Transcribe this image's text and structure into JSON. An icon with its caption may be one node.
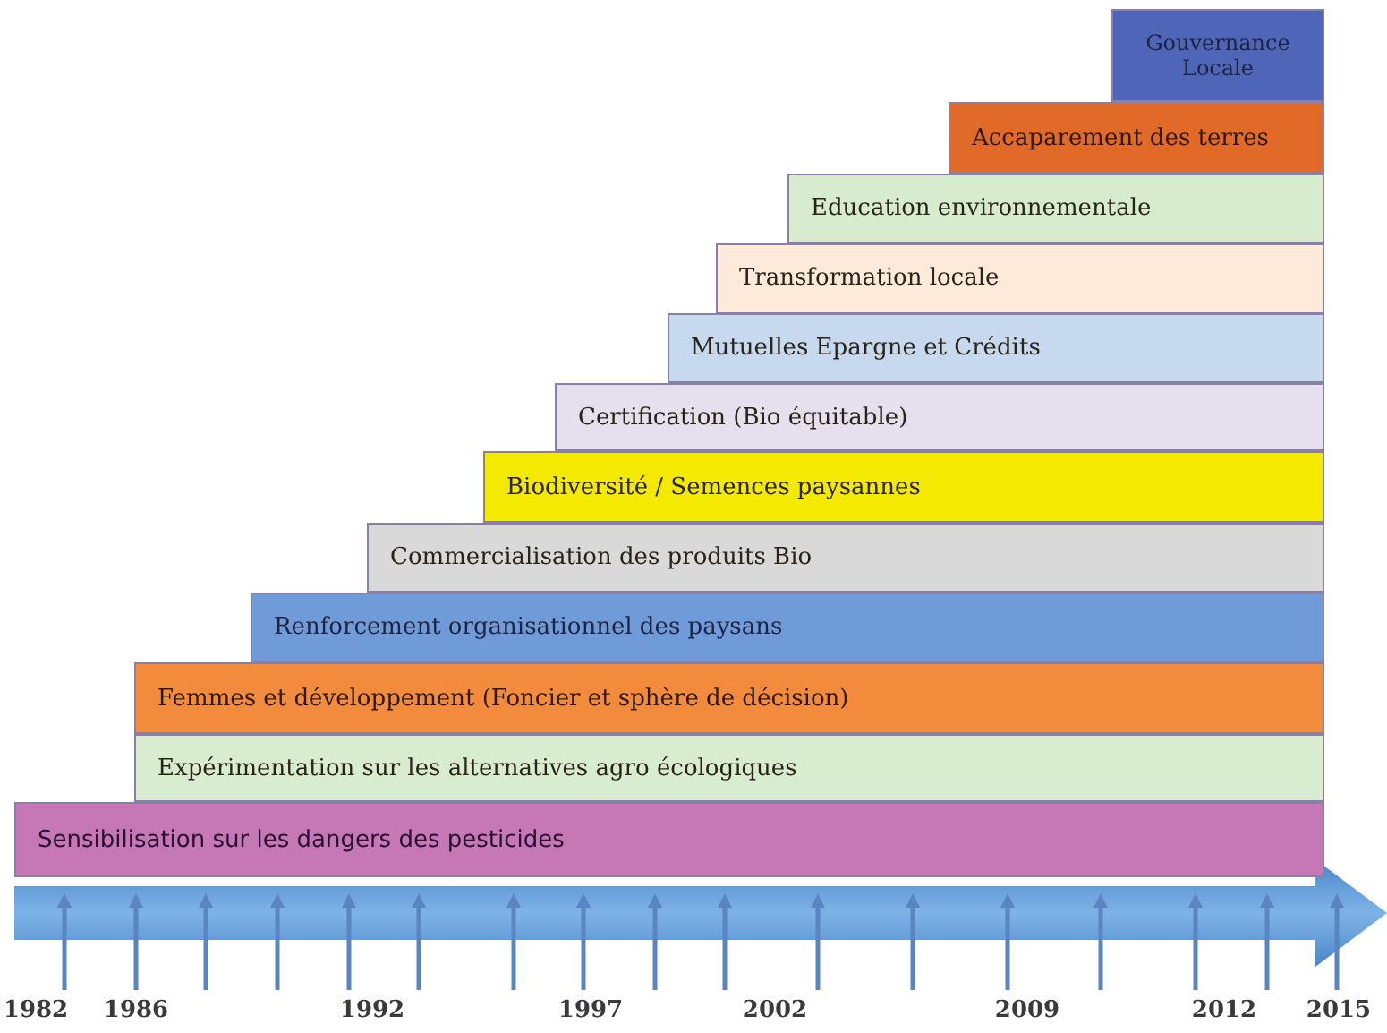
{
  "diagram": {
    "nodes": [
      {
        "text": [
          "Gouvernance Locale"
        ]
      },
      {
        "text": [
          "Accaparement des terres"
        ]
      },
      {
        "text": [
          "Education environnementale"
        ]
      },
      {
        "text": [
          "Transformation locale"
        ]
      },
      {
        "text": [
          "Mutuelles Epargne et Crédits"
        ]
      },
      {
        "text": [
          "Certification (Bio équitable)"
        ]
      },
      {
        "text": [
          "Biodiversité / Semences paysannes"
        ]
      },
      {
        "text": [
          "Commercialisation des produits Bio"
        ]
      },
      {
        "text": [
          "Renforcement organisationnel des paysans"
        ]
      },
      {
        "text": [
          "Femmes et développement (Foncier et sphère de décision)"
        ]
      },
      {
        "text": [
          "Expérimentation sur les alternatives agro écologiques"
        ]
      },
      {
        "text": [
          "Sensibilisation sur les dangers des pesticides"
        ]
      }
    ],
    "edges": [],
    "labels": [
      "1982",
      "1986",
      "1992",
      "1997",
      "2002",
      "2009",
      "2012",
      "2015"
    ]
  }
}
